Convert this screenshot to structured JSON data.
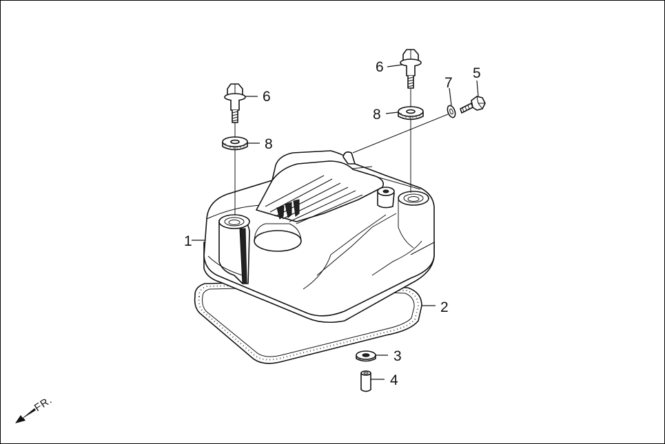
{
  "diagram": {
    "callouts": {
      "c1": "1",
      "c2": "2",
      "c3": "3",
      "c4": "4",
      "c5": "5",
      "c6a": "6",
      "c6b": "6",
      "c7": "7",
      "c8a": "8",
      "c8b": "8"
    },
    "front_indicator": "FR."
  }
}
